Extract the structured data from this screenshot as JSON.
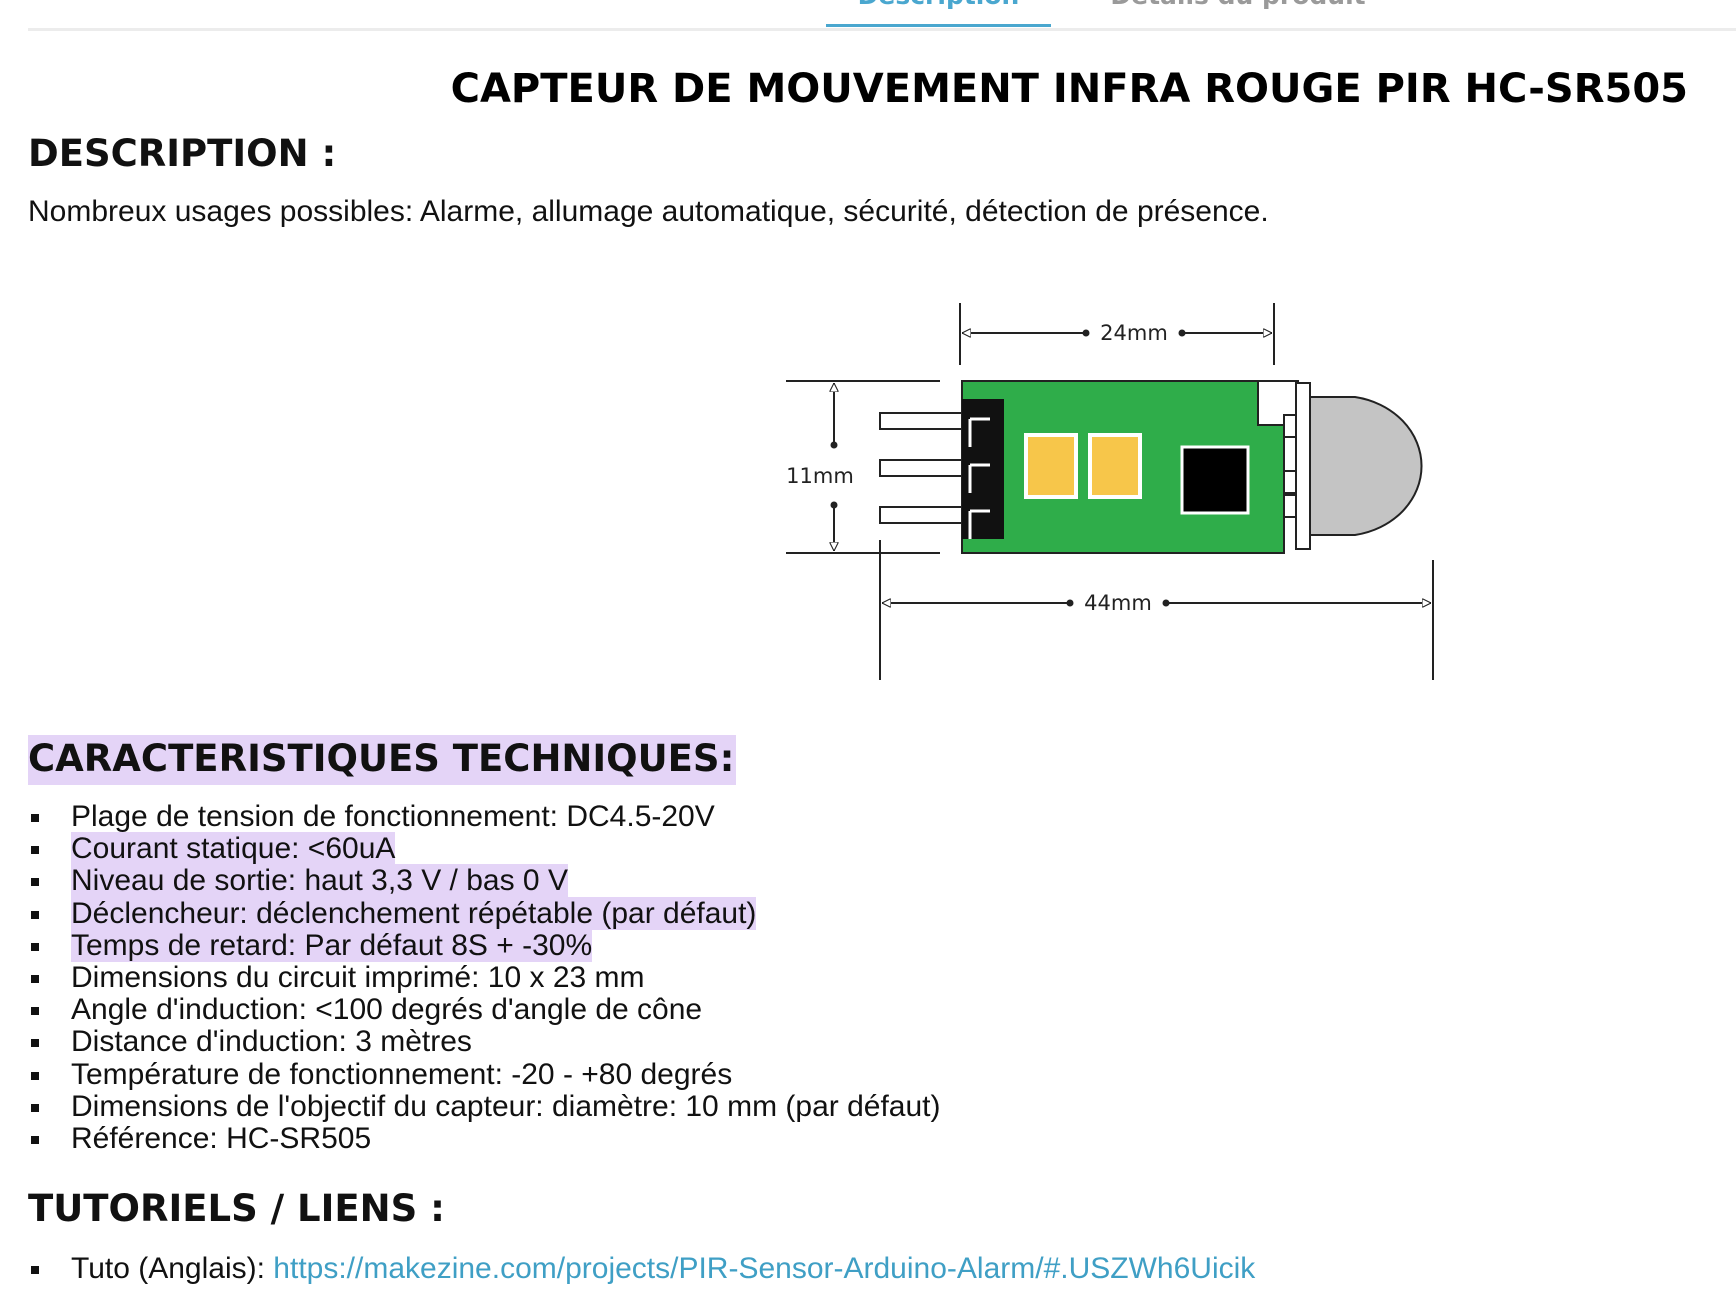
{
  "tabs": [
    {
      "label": "Description",
      "active": true
    },
    {
      "label": "Détails du produit",
      "active": false
    }
  ],
  "product_title": "CAPTEUR DE MOUVEMENT INFRA ROUGE PIR HC-SR505",
  "description": {
    "heading": "DESCRIPTION :",
    "text": "Nombreux usages possibles: Alarme, allumage automatique, sécurité, détection de présence."
  },
  "diagram": {
    "dim_width": "24mm",
    "dim_height": "11mm",
    "dim_length": "44mm",
    "colors": {
      "pcb": "#2fad4a",
      "pad": "#f7c64a",
      "chip": "#000000",
      "lens": "#c4c4c4"
    }
  },
  "specs": {
    "heading": "CARACTERISTIQUES TECHNIQUES:",
    "items": [
      {
        "text": "Plage de tension de fonctionnement: DC4.5-20V"
      },
      {
        "text": "Courant statique: <60uA"
      },
      {
        "text": "Niveau de sortie: haut 3,3 V / bas 0 V"
      },
      {
        "text": "Déclencheur: déclenchement répétable (par défaut)"
      },
      {
        "text": "Temps de retard: Par défaut 8S + -30%"
      },
      {
        "text": "Dimensions du circuit imprimé: 10 x 23 mm"
      },
      {
        "text": "Angle d'induction: <100 degrés d'angle de cône"
      },
      {
        "text": "Distance d'induction: 3 mètres"
      },
      {
        "text": "Température de fonctionnement: -20 - +80 degrés"
      },
      {
        "text": "Dimensions de l'objectif du capteur: diamètre: 10 mm (par défaut)"
      },
      {
        "text": "Référence: HC-SR505"
      }
    ]
  },
  "tutorials": {
    "heading": "TUTORIELS / LIENS :",
    "items": [
      {
        "prefix": "Tuto (Anglais): ",
        "link": "https://makezine.com/projects/PIR-Sensor-Arduino-Alarm/#.USZWh6Uicik"
      }
    ]
  },
  "highlight_color": "#e4d4f7",
  "link_color": "#3f9fc5"
}
